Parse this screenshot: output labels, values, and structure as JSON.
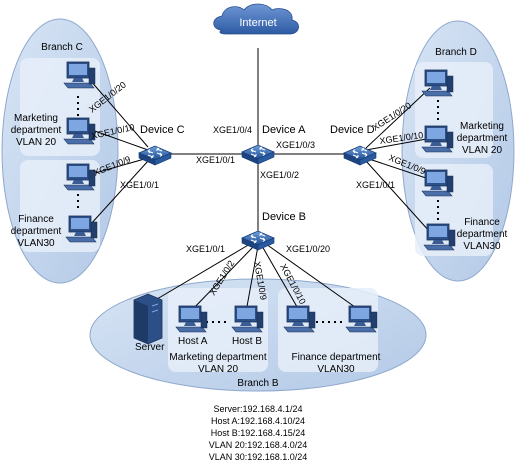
{
  "colors": {
    "branch_fill": "#c9daf0",
    "branch_stroke": "#8fa8cc",
    "dept_fill": "#e6eef9",
    "cloud": "#3d6ab3",
    "device": "#2f6bb8",
    "link": "#000000"
  },
  "icons": {
    "cloud": "cloud-icon",
    "switch": "switch-icon",
    "pc": "pc-icon",
    "server": "server-icon"
  },
  "internet": "Internet",
  "devices": {
    "a": "Device A",
    "b": "Device B",
    "c": "Device C",
    "d": "Device D"
  },
  "ports": {
    "a_c": "XGE1/0/1",
    "a_inet": "XGE1/0/4",
    "a_d": "XGE1/0/3",
    "a_b": "XGE1/0/2",
    "c_top": "XGE1/0/20",
    "c_mid": "XGE1/0/10",
    "c_fin": "XGE1/0/9",
    "c_a": "XGE1/0/1",
    "d_top": "XGE1/0/20",
    "d_mid": "XGE1/0/10",
    "d_fin": "XGE1/0/9",
    "d_a": "XGE1/0/1",
    "b_server": "XGE1/0/1",
    "b_hosta": "XGE1/0/2",
    "b_hostb": "XGE1/0/9",
    "b_fin1": "XGE1/0/10",
    "b_fin2": "XGE1/0/20"
  },
  "branches": {
    "c": "Branch C",
    "d": "Branch D",
    "b": "Branch B"
  },
  "departments": {
    "c_marketing": [
      "Marketing",
      "department",
      "VLAN 20"
    ],
    "c_finance": [
      "Finance",
      "department",
      "VLAN30"
    ],
    "d_marketing": [
      "Marketing",
      "department",
      "VLAN 20"
    ],
    "d_finance": [
      "Finance",
      "department",
      "VLAN30"
    ],
    "b_marketing": [
      "Marketing department",
      "VLAN 20"
    ],
    "b_finance": [
      "Finance department",
      "VLAN30"
    ]
  },
  "hosts": {
    "server": "Server",
    "host_a": "Host A",
    "host_b": "Host B"
  },
  "addresses": [
    "Server:192.168.4.1/24",
    "Host A:192.168.4.10/24",
    "Host B:192.168.4.15/24",
    "VLAN 20:192.168.4.0/24",
    "VLAN 30:192.168.1.0/24"
  ]
}
